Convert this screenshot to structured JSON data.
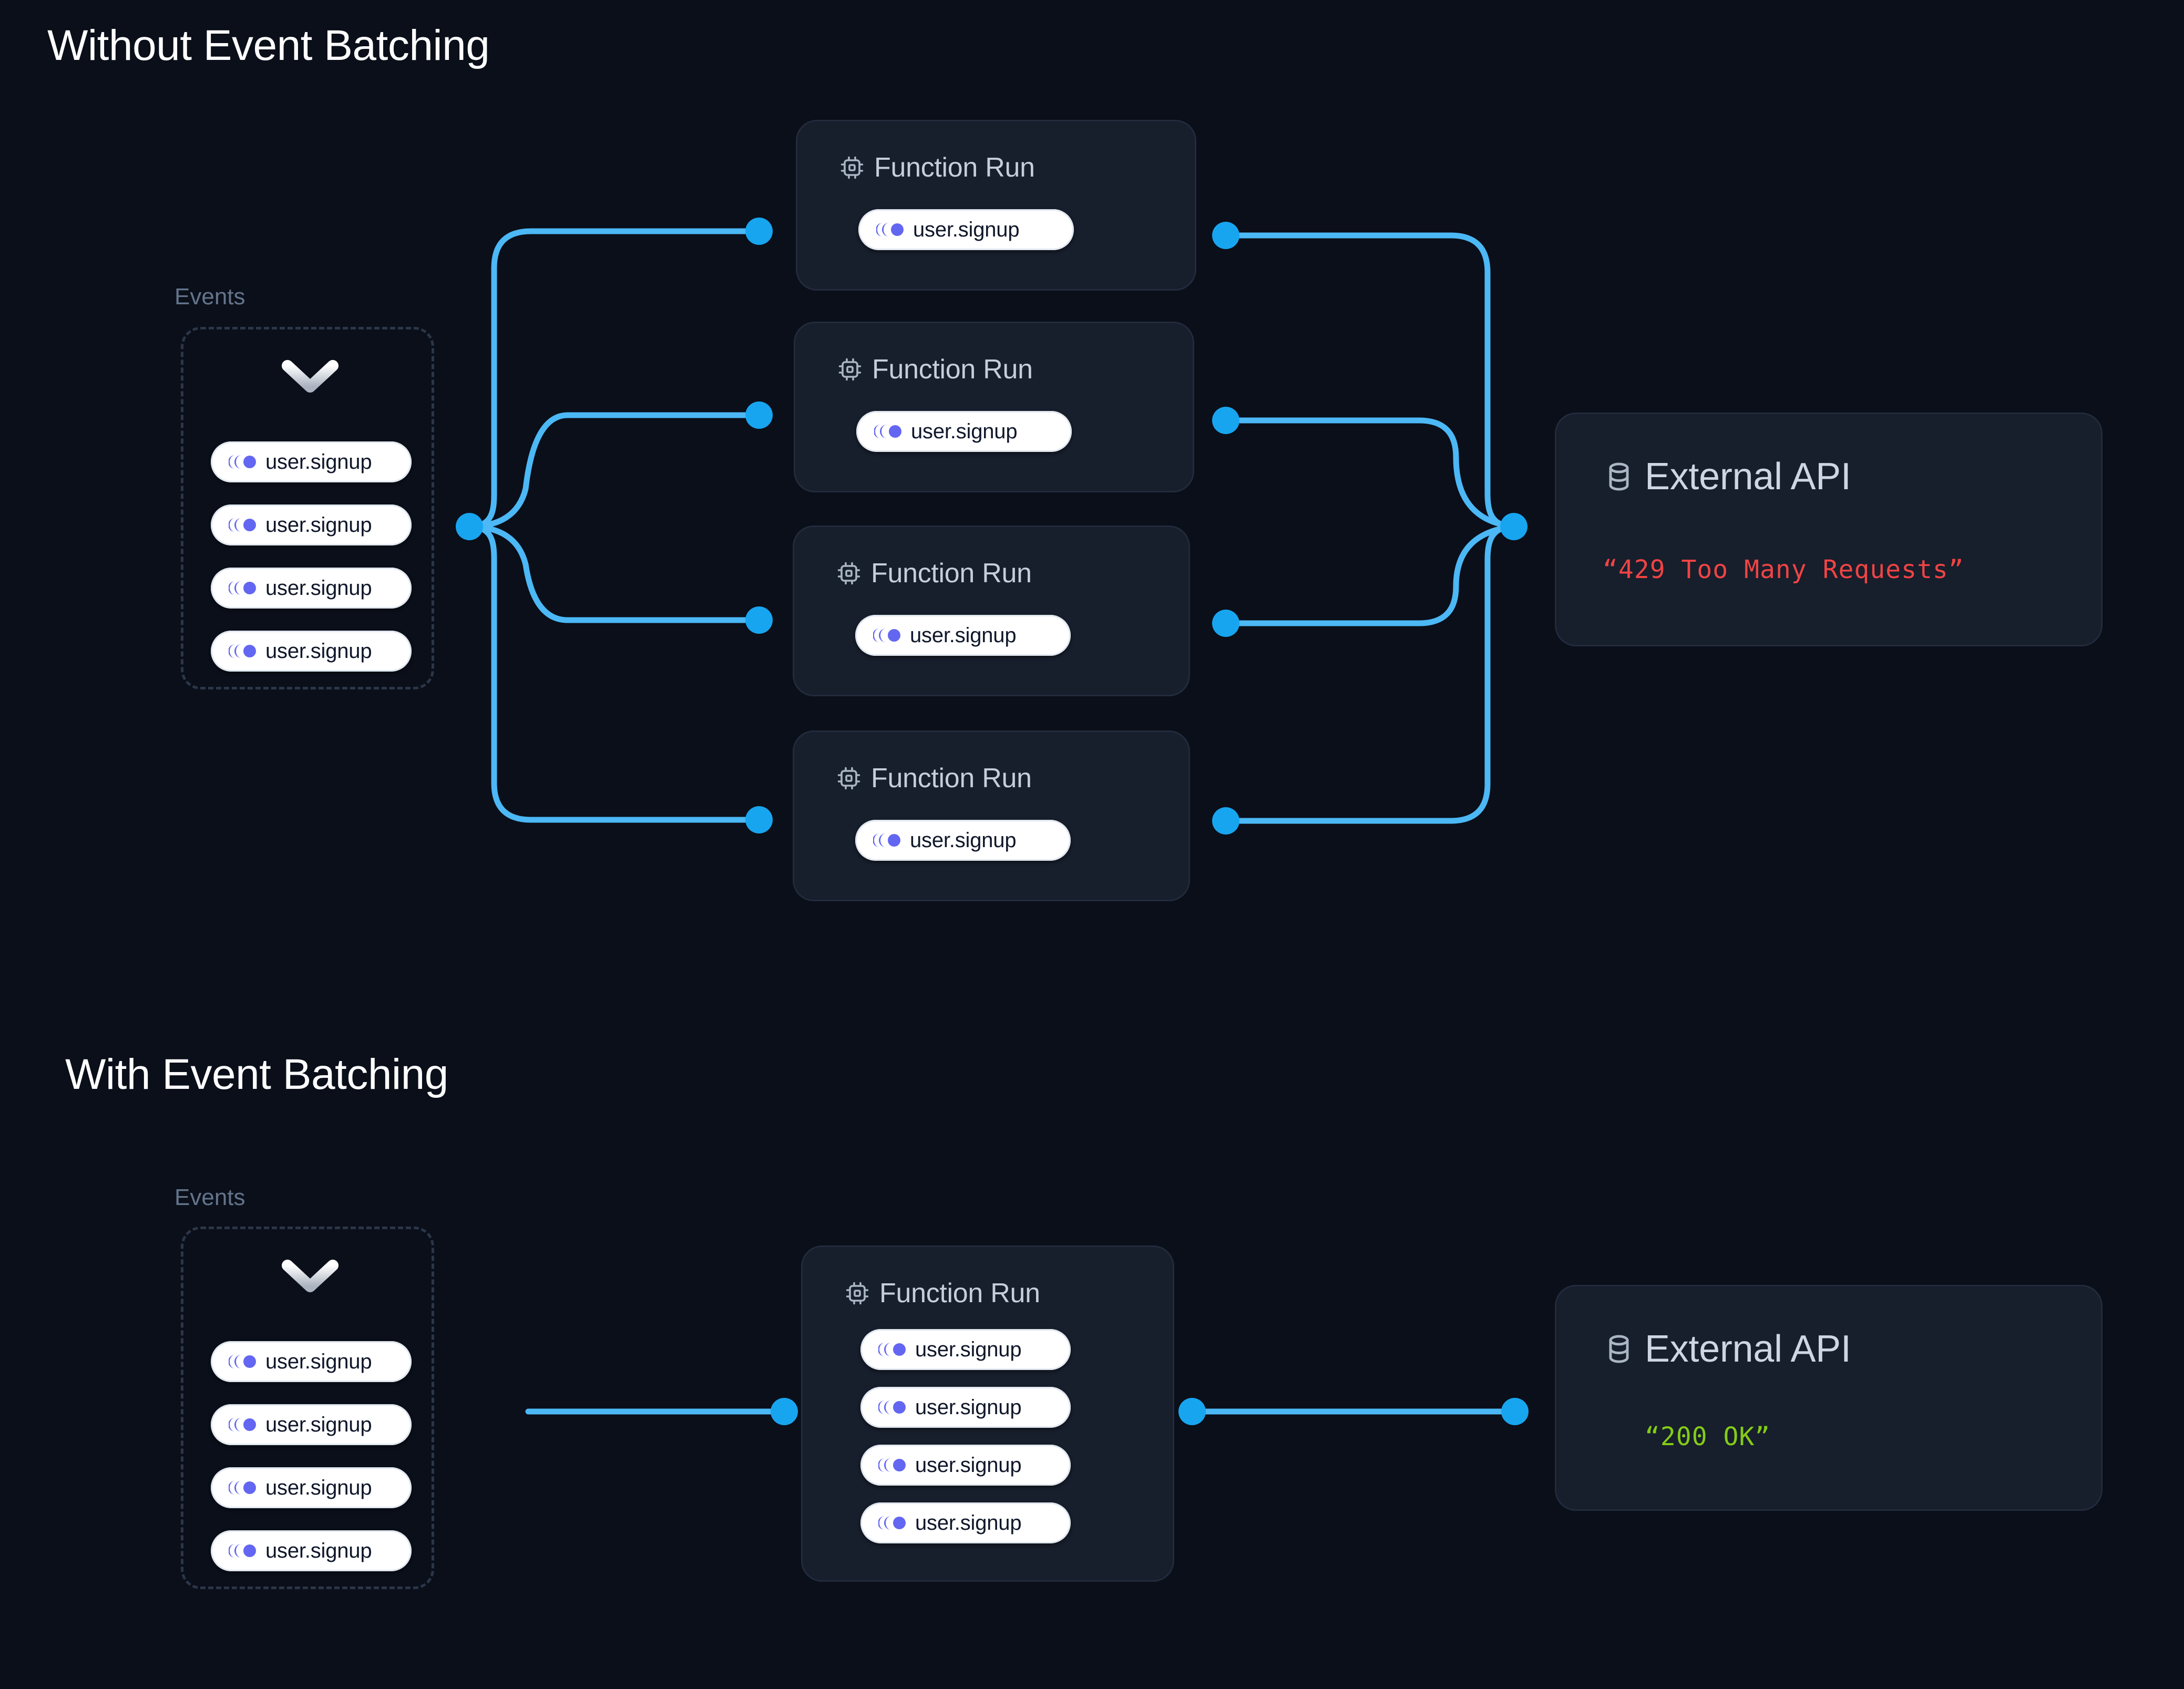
{
  "theme": {
    "background": "#0a0f1a",
    "card_bg": "#171e2c",
    "card_border": "#222b3c",
    "wire_color": "#4cb8f5",
    "node_dot_color": "#18a5ef",
    "event_accent": "#6366f1",
    "error_color": "#ef4444",
    "success_color": "#84cc16",
    "label_muted": "#64748b",
    "title_color": "#ffffff"
  },
  "sections": [
    {
      "id": "without",
      "title": "Without Event Batching",
      "events": {
        "label": "Events",
        "chevron_icon": "chevron-down-icon",
        "items": [
          {
            "icon": "event-icon",
            "label": "user.signup"
          },
          {
            "icon": "event-icon",
            "label": "user.signup"
          },
          {
            "icon": "event-icon",
            "label": "user.signup"
          },
          {
            "icon": "event-icon",
            "label": "user.signup"
          }
        ]
      },
      "function_runs": [
        {
          "icon": "chip-icon",
          "title": "Function Run",
          "events": [
            {
              "icon": "event-icon",
              "label": "user.signup"
            }
          ]
        },
        {
          "icon": "chip-icon",
          "title": "Function Run",
          "events": [
            {
              "icon": "event-icon",
              "label": "user.signup"
            }
          ]
        },
        {
          "icon": "chip-icon",
          "title": "Function Run",
          "events": [
            {
              "icon": "event-icon",
              "label": "user.signup"
            }
          ]
        },
        {
          "icon": "chip-icon",
          "title": "Function Run",
          "events": [
            {
              "icon": "event-icon",
              "label": "user.signup"
            }
          ]
        }
      ],
      "external_api": {
        "icon": "database-icon",
        "title": "External API",
        "status": "“429 Too Many Requests”",
        "status_color": "#ef4444"
      }
    },
    {
      "id": "with",
      "title": "With Event Batching",
      "events": {
        "label": "Events",
        "chevron_icon": "chevron-down-icon",
        "items": [
          {
            "icon": "event-icon",
            "label": "user.signup"
          },
          {
            "icon": "event-icon",
            "label": "user.signup"
          },
          {
            "icon": "event-icon",
            "label": "user.signup"
          },
          {
            "icon": "event-icon",
            "label": "user.signup"
          }
        ]
      },
      "function_runs": [
        {
          "icon": "chip-icon",
          "title": "Function Run",
          "events": [
            {
              "icon": "event-icon",
              "label": "user.signup"
            },
            {
              "icon": "event-icon",
              "label": "user.signup"
            },
            {
              "icon": "event-icon",
              "label": "user.signup"
            },
            {
              "icon": "event-icon",
              "label": "user.signup"
            }
          ]
        }
      ],
      "external_api": {
        "icon": "database-icon",
        "title": "External API",
        "status": "“200 OK”",
        "status_color": "#84cc16"
      }
    }
  ]
}
